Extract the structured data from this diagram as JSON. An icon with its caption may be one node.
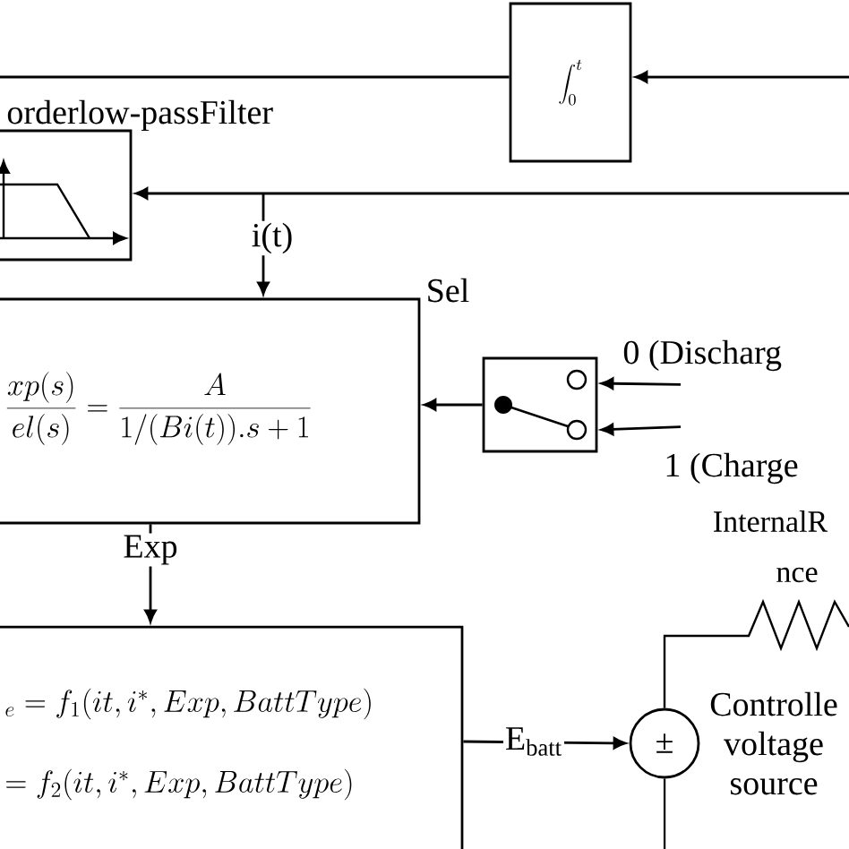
{
  "diagram": {
    "nodes": [
      {
        "text": [
          "\\int_{0}^{t}"
        ]
      },
      {
        "text": [
          "orderlow-passFilter"
        ]
      },
      {
        "text": [
          "\\frac{xp(s)}{el(s)}=\\frac{A}{1/(Bi(t)).s+1}"
        ]
      },
      {
        "text": [],
        "shape": "box"
      },
      {
        "text": [
          "0 (Discharg"
        ]
      },
      {
        "text": [
          "1 (Charge"
        ]
      },
      {
        "text": [
          "{}_{e}=f_{1}(it,i^{*},Exp,BattType)",
          "=f_{2}(it,i^{*},Exp,BattType)"
        ]
      },
      {
        "text": [
          "±"
        ],
        "beside": [
          "Controlle voltage source"
        ]
      }
    ],
    "edges": [
      {
        "from": null,
        "to": 0,
        "arrow": "to"
      },
      {
        "from": 0,
        "to": null,
        "arrow": "none"
      },
      {
        "from": null,
        "to": 1,
        "arrow": "to"
      },
      {
        "from": null,
        "to": 2,
        "arrow": "to",
        "label": "i(t)"
      },
      {
        "from": 3,
        "to": 2,
        "arrow": "to",
        "label": "Sel"
      },
      {
        "from": 4,
        "to": 3,
        "arrow": "to"
      },
      {
        "from": 5,
        "to": 3,
        "arrow": "to"
      },
      {
        "from": 2,
        "to": 6,
        "arrow": "to",
        "label": "Exp"
      },
      {
        "from": 6,
        "to": 7,
        "arrow": "to",
        "label": "E$_{batt}$"
      }
    ],
    "labels": [
      "InternalR",
      "nce"
    ]
  }
}
